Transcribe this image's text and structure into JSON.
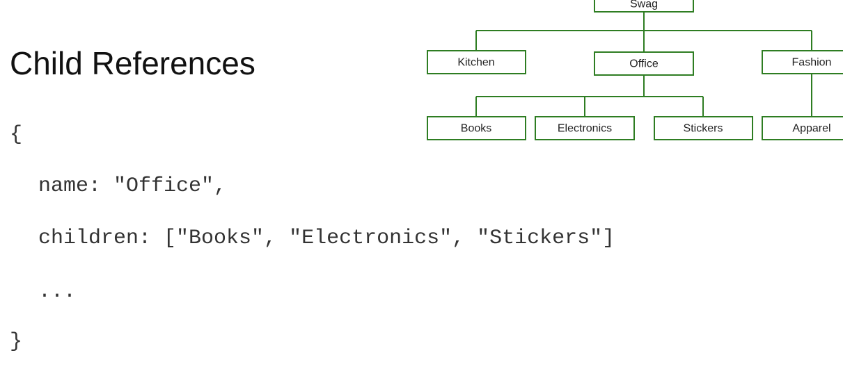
{
  "slide": {
    "title": "Child References",
    "code_lines": [
      "{",
      "  name: \"Office\",",
      "  children: [\"Books\", \"Electronics\", \"Stickers\"]",
      "  ...",
      "}"
    ]
  },
  "diagram": {
    "line_color": "#2e7d22",
    "nodes": {
      "swag": "Swag",
      "kitchen": "Kitchen",
      "office": "Office",
      "fashion": "Fashion",
      "books": "Books",
      "electronics": "Electronics",
      "stickers": "Stickers",
      "apparel": "Apparel"
    },
    "edges": [
      [
        "Swag",
        "Kitchen"
      ],
      [
        "Swag",
        "Office"
      ],
      [
        "Swag",
        "Fashion"
      ],
      [
        "Office",
        "Books"
      ],
      [
        "Office",
        "Electronics"
      ],
      [
        "Office",
        "Stickers"
      ],
      [
        "Fashion",
        "Apparel"
      ]
    ]
  }
}
